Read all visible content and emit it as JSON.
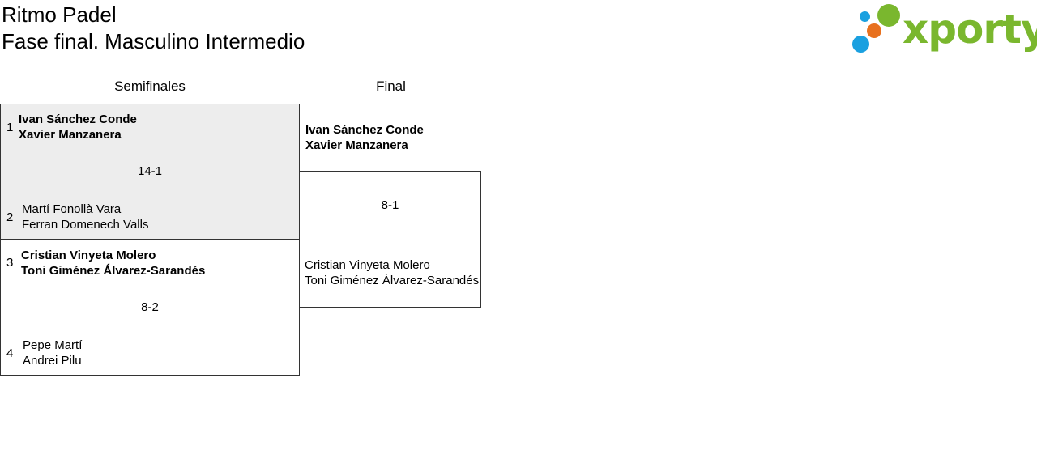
{
  "header": {
    "title": "Ritmo Padel",
    "subtitle": "Fase final. Masculino Intermedio"
  },
  "logo": {
    "text": "xporty",
    "colors": {
      "text": "#7ab72e",
      "dot_blue": "#1aa0e0",
      "dot_orange": "#e8711e",
      "dot_green": "#7ab72e"
    }
  },
  "rounds": [
    "Semifinales",
    "Final"
  ],
  "semifinals": [
    {
      "score": "14-1",
      "team_a": {
        "seed": "1",
        "players": [
          "Ivan Sánchez Conde",
          "Xavier Manzanera"
        ],
        "winner": true
      },
      "team_b": {
        "seed": "2",
        "players": [
          "Martí Fonollà Vara",
          "Ferran Domenech Valls"
        ],
        "winner": false
      }
    },
    {
      "score": "8-2",
      "team_a": {
        "seed": "3",
        "players": [
          "Cristian Vinyeta Molero",
          "Toni Giménez Álvarez-Sarandés"
        ],
        "winner": true
      },
      "team_b": {
        "seed": "4",
        "players": [
          "Pepe Martí",
          "Andrei Pilu"
        ],
        "winner": false
      }
    }
  ],
  "final": {
    "score": "8-1",
    "team_a": {
      "players": [
        "Ivan Sánchez Conde",
        "Xavier Manzanera"
      ],
      "winner": true
    },
    "team_b": {
      "players": [
        "Cristian Vinyeta Molero",
        "Toni Giménez Álvarez-Sarandés"
      ],
      "winner": false
    }
  }
}
